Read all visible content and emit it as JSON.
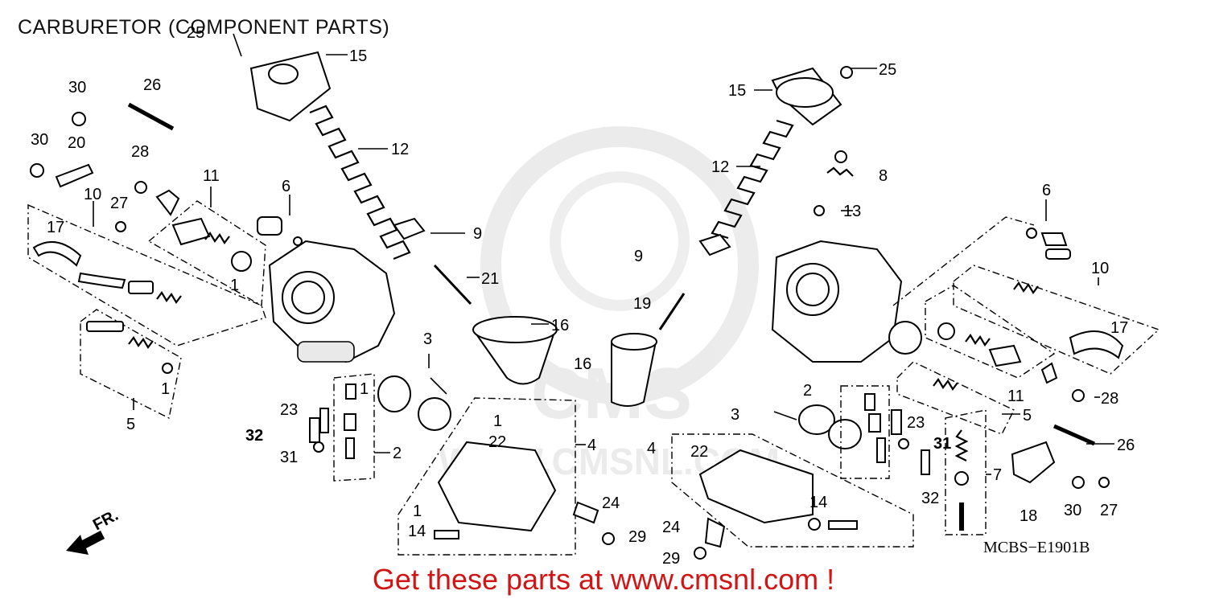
{
  "header": {
    "title": "CARBURETOR (COMPONENT PARTS)"
  },
  "watermark": {
    "text": "CMS",
    "url_text": "WWW.CMSNL.COM"
  },
  "direction": {
    "label": "FR."
  },
  "reference_code": "MCBS−E1901B",
  "footer": {
    "promo": "Get these parts at www.cmsnl.com !"
  },
  "colors": {
    "promo": "#d21414",
    "watermark": "#cccccc",
    "line": "#000000"
  },
  "callouts": {
    "l25": "25",
    "l15": "15",
    "l30a": "30",
    "l26": "26",
    "l30b": "30",
    "l20": "20",
    "l12": "12",
    "l28": "28",
    "l11": "11",
    "l6": "6",
    "l27": "27",
    "l10": "10",
    "l17": "17",
    "l9": "9",
    "l1a": "1",
    "l21": "21",
    "l1b": "1",
    "l5": "5",
    "l16": "16",
    "l3": "3",
    "l1c": "1",
    "l23": "23",
    "l32": "32",
    "l31": "31",
    "l2": "2",
    "l1d": "1",
    "l22": "22",
    "l4": "4",
    "l24": "24",
    "l1e": "1",
    "l14": "14",
    "l29": "29",
    "r25": "25",
    "r15": "15",
    "r12": "12",
    "r8": "8",
    "r13": "13",
    "r6": "6",
    "r9": "9",
    "r10": "10",
    "r19": "19",
    "r16": "16",
    "r17": "17",
    "r11": "11",
    "r28": "28",
    "r2": "2",
    "r5": "5",
    "r3": "3",
    "r23": "23",
    "r31": "31",
    "r4": "4",
    "r22": "22",
    "r26": "26",
    "r7": "7",
    "r32": "32",
    "r14": "14",
    "r18": "18",
    "r30": "30",
    "r27": "27",
    "r24": "24",
    "r29": "29"
  }
}
